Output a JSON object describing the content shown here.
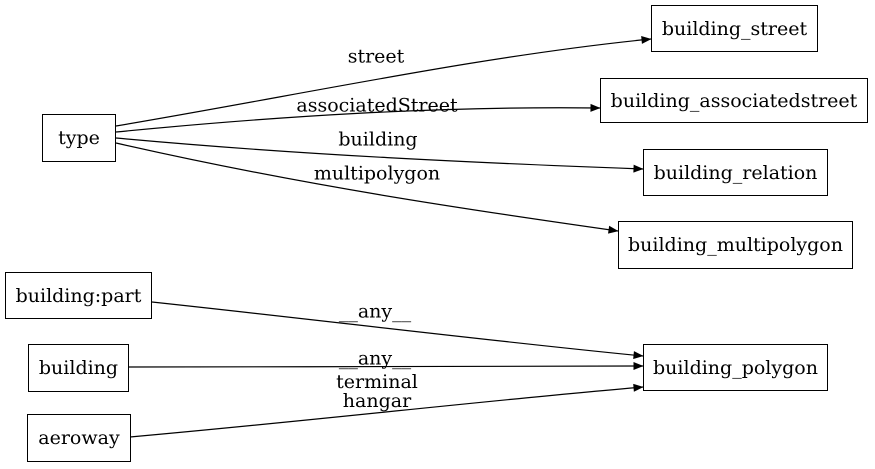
{
  "diagram": {
    "title": "tag-to-table mapping graph",
    "colors": {
      "background": "#ffffff",
      "node_fill": "#ffffff",
      "node_border": "#000000",
      "edge_stroke": "#000000",
      "text": "#000000"
    },
    "nodes": [
      {
        "id": "type",
        "label": "type"
      },
      {
        "id": "building_street",
        "label": "building_street"
      },
      {
        "id": "building_associatedstreet",
        "label": "building_associatedstreet"
      },
      {
        "id": "building_relation",
        "label": "building_relation"
      },
      {
        "id": "building_multipolygon",
        "label": "building_multipolygon"
      },
      {
        "id": "building_polygon",
        "label": "building_polygon"
      },
      {
        "id": "building_part",
        "label": "building:part"
      },
      {
        "id": "building",
        "label": "building"
      },
      {
        "id": "aeroway",
        "label": "aeroway"
      }
    ],
    "edges": [
      {
        "from": "type",
        "to": "building_street",
        "label": "street"
      },
      {
        "from": "type",
        "to": "building_associatedstreet",
        "label": "associatedStreet"
      },
      {
        "from": "type",
        "to": "building_relation",
        "label": "building"
      },
      {
        "from": "type",
        "to": "building_multipolygon",
        "label": "multipolygon"
      },
      {
        "from": "building:part",
        "to": "building_polygon",
        "label": "__any__"
      },
      {
        "from": "building",
        "to": "building_polygon",
        "label": "__any__"
      },
      {
        "from": "aeroway",
        "to": "building_polygon",
        "label": "terminal\nhangar"
      }
    ]
  }
}
